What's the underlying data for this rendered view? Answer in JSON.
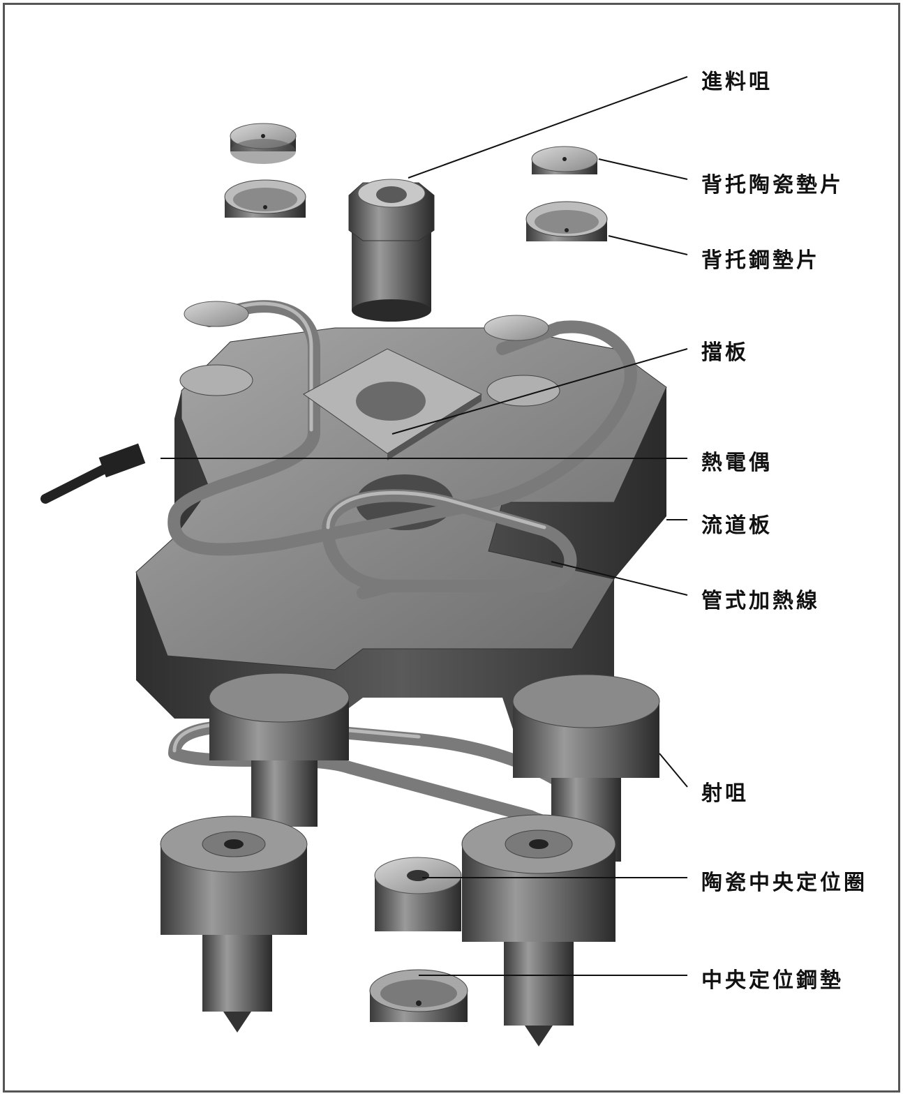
{
  "labels": {
    "sprue_bushing": "進料咀",
    "back_ceramic_pad": "背托陶瓷墊片",
    "back_steel_pad": "背托鋼墊片",
    "baffle_plate": "擋板",
    "thermocouple": "熱電偶",
    "manifold_plate": "流道板",
    "tubular_heater": "管式加熱線",
    "nozzle": "射咀",
    "ceramic_center_ring": "陶瓷中央定位圈",
    "center_steel_pad": "中央定位鋼墊"
  }
}
